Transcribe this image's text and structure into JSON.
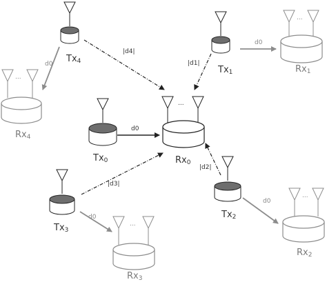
{
  "colors": {
    "active": "#222222",
    "inactive": "#8c8c8c",
    "tx_top": "#6e6e6e",
    "rx_fill": "#ffffff"
  },
  "nodes": {
    "tx0": {
      "main": "Tx",
      "sub": "0"
    },
    "tx1": {
      "main": "Tx",
      "sub": "1"
    },
    "tx2": {
      "main": "Tx",
      "sub": "2"
    },
    "tx3": {
      "main": "Tx",
      "sub": "3"
    },
    "tx4": {
      "main": "Tx",
      "sub": "4"
    },
    "rx0": {
      "main": "Rx",
      "sub": "0",
      "dots": "..."
    },
    "rx1": {
      "main": "Rx",
      "sub": "1",
      "dots": "..."
    },
    "rx2": {
      "main": "Rx",
      "sub": "2",
      "dots": "..."
    },
    "rx3": {
      "main": "Rx",
      "sub": "3",
      "dots": "..."
    },
    "rx4": {
      "main": "Rx",
      "sub": "4",
      "dots": "..."
    }
  },
  "links": {
    "tx0_rx0": "d0",
    "tx1_rx1": "d0",
    "tx2_rx2": "d0",
    "tx3_rx3": "d0",
    "tx4_rx4": "d0",
    "tx1_rx0": "|d1|",
    "tx2_rx0": "|d2|",
    "tx3_rx0": "|d3|",
    "tx4_rx0": "|d4|"
  }
}
